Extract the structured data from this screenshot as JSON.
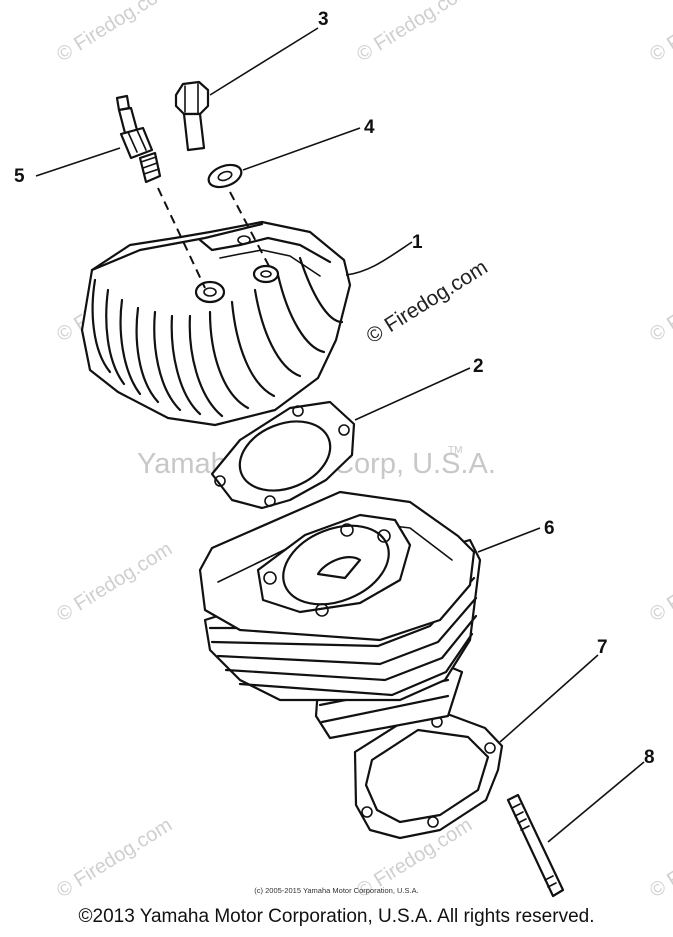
{
  "diagram": {
    "callouts": [
      "1",
      "2",
      "3",
      "4",
      "5",
      "6",
      "7",
      "8"
    ],
    "watermark_main": "Yamaha Motor Corp, U.S.A.",
    "watermark_tm": "TM",
    "watermark_site": "© Firedog.com",
    "watermark_site_inline": "© Firedog.com"
  },
  "copyright_small": "(c) 2005-2015 Yamaha Motor Corporation, U.S.A.",
  "footer": "©2013 Yamaha Motor Corporation, U.S.A. All rights reserved."
}
